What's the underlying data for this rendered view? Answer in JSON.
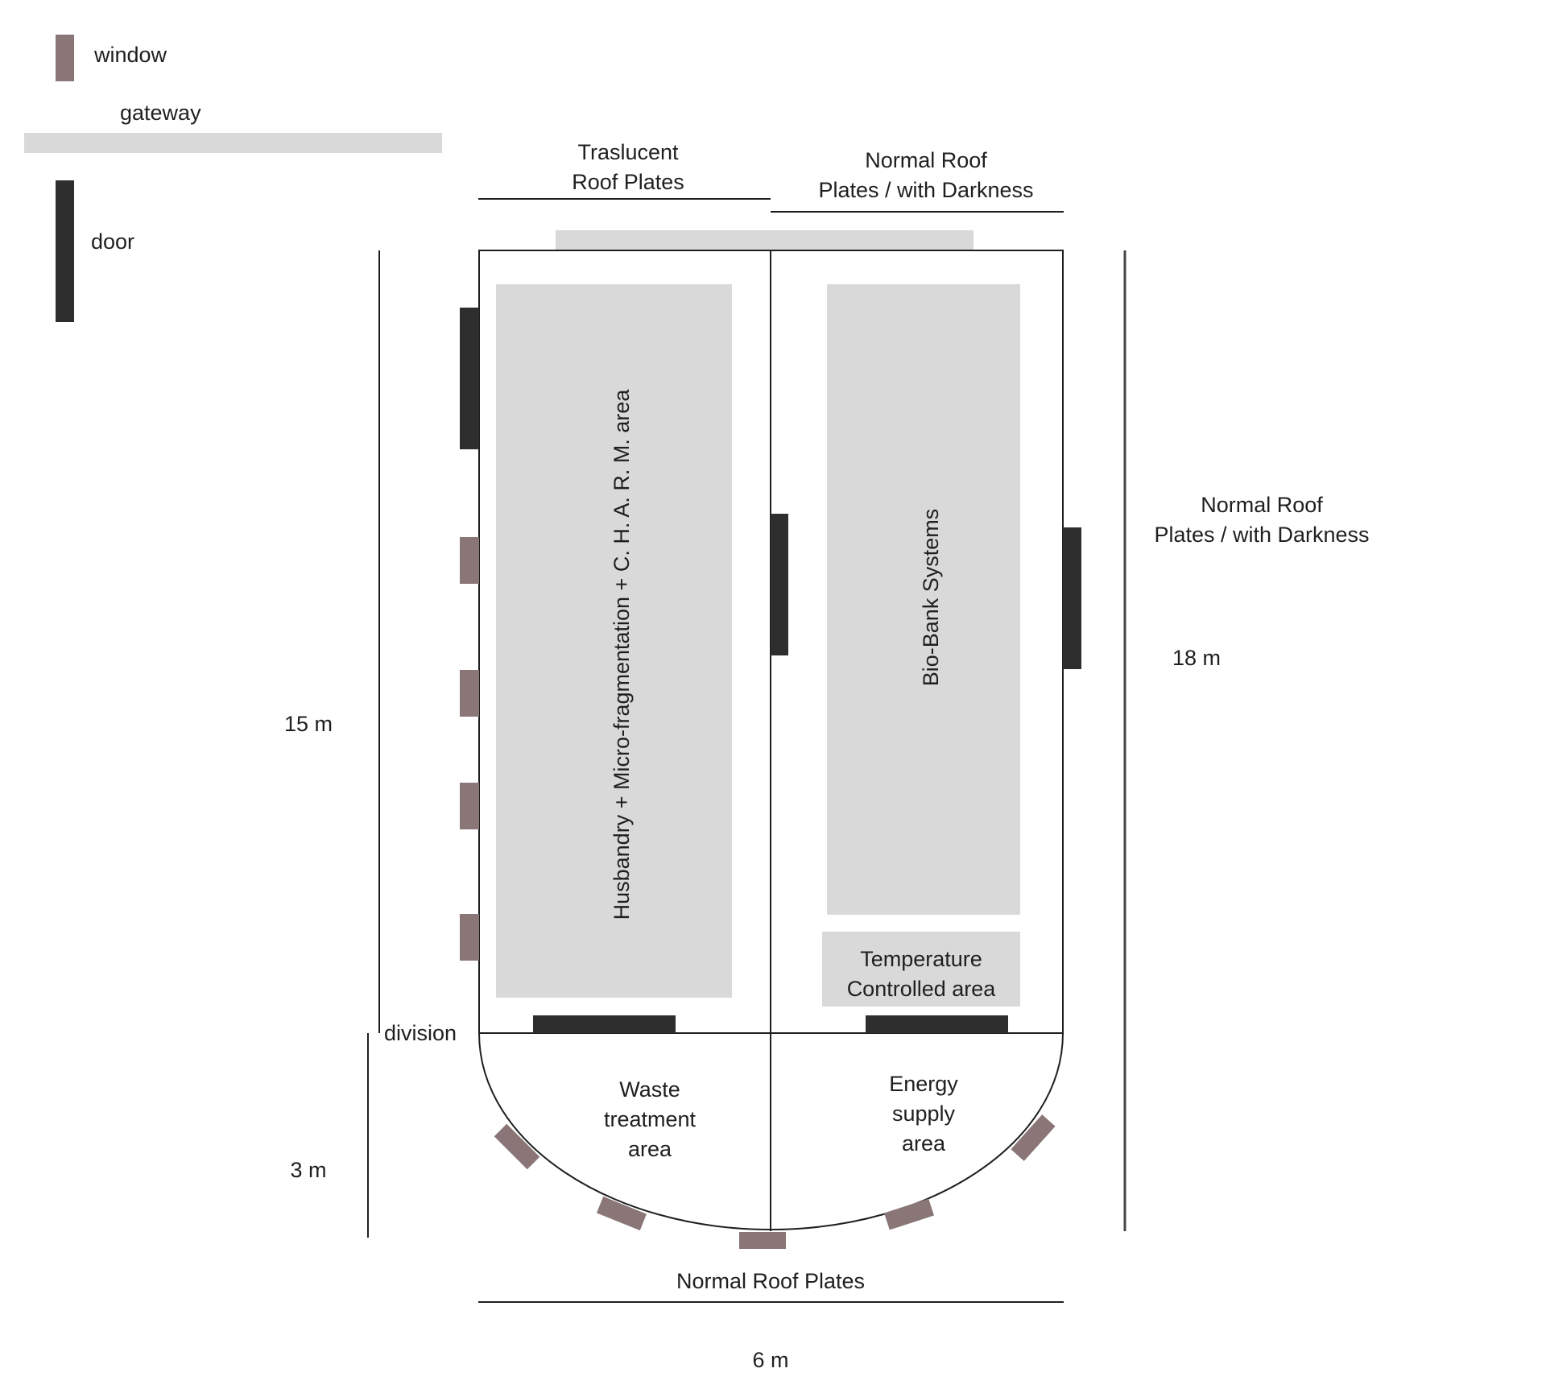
{
  "colors": {
    "window": "#8a7676",
    "door": "#2e2e2e",
    "gateway": "#d9d9d9",
    "area_fill": "#d9d9d9",
    "wall": "#1f1f1f",
    "dimension_line": "#444444"
  },
  "legend": {
    "window_label": "window",
    "gateway_label": "gateway",
    "door_label": "door"
  },
  "roof": {
    "top_left": "Traslucent\nRoof Plates",
    "top_right": "Normal Roof\nPlates / with Darkness",
    "right_side": "Normal Roof\nPlates / with Darkness",
    "bottom": "Normal Roof  Plates"
  },
  "dimensions": {
    "upper_height": "15 m",
    "lower_height": "3 m",
    "total_height": "18 m",
    "width": "6 m"
  },
  "division_label": "division",
  "areas": {
    "husbandry": "Husbandry + Micro-fragmentation + C. H. A. R. M. area",
    "biobank": "Bio-Bank Systems",
    "temperature": "Temperature\nControlled area",
    "waste": "Waste\ntreatment\narea",
    "energy": "Energy\nsupply\narea"
  }
}
